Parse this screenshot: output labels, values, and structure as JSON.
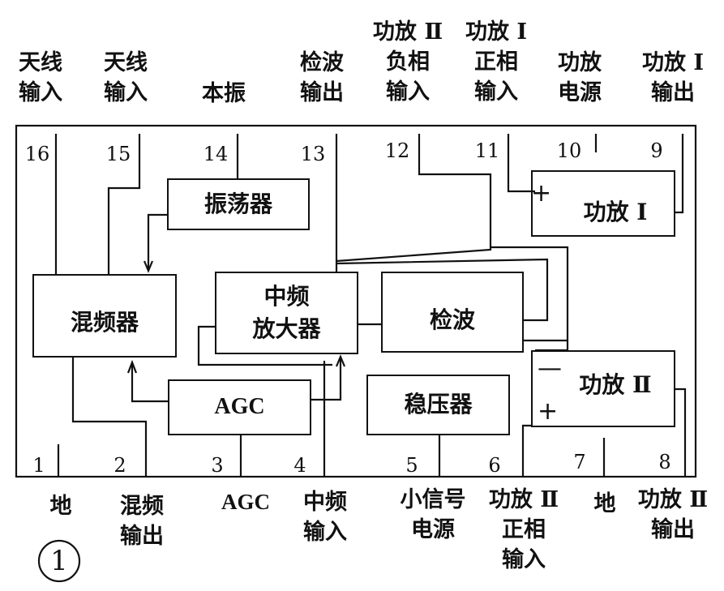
{
  "top_labels": [
    {
      "id": "antenna-in-16",
      "text": "天线\n输入"
    },
    {
      "id": "antenna-in-15",
      "text": "天线\n输入"
    },
    {
      "id": "local-osc",
      "text": "本振"
    },
    {
      "id": "detector-out",
      "text": "检波\n输出"
    },
    {
      "id": "amp2-neg-in",
      "text": "功放 Ⅱ\n负相\n输入"
    },
    {
      "id": "amp1-pos-in",
      "text": "功放 I\n正相\n输入"
    },
    {
      "id": "amp-power",
      "text": "功放\n电源"
    },
    {
      "id": "amp1-out",
      "text": "功放 I\n输出"
    }
  ],
  "bottom_labels": [
    {
      "id": "ground-1",
      "text": "地"
    },
    {
      "id": "mixer-out",
      "text": "混频\n输出"
    },
    {
      "id": "agc",
      "text": "AGC"
    },
    {
      "id": "if-in",
      "text": "中频\n输入"
    },
    {
      "id": "small-signal-power",
      "text": "小信号\n电源"
    },
    {
      "id": "amp2-pos-in",
      "text": "功放 Ⅱ\n正相\n输入"
    },
    {
      "id": "ground-7",
      "text": "地"
    },
    {
      "id": "amp2-out",
      "text": "功放 Ⅱ\n输出"
    }
  ],
  "pins_top": [
    "16",
    "15",
    "14",
    "13",
    "12",
    "11",
    "10",
    "9"
  ],
  "pins_bottom": [
    "1",
    "2",
    "3",
    "4",
    "5",
    "6",
    "7",
    "8"
  ],
  "blocks": {
    "oscillator": "振荡器",
    "mixer": "混频器",
    "if_amp": "中频\n放大器",
    "detector": "检波",
    "agc": "AGC",
    "regulator": "稳压器",
    "amp1": "功放 I",
    "amp2": "功放 Ⅱ"
  },
  "signs": {
    "plus": "+",
    "minus": "—"
  },
  "figure_number": "1"
}
